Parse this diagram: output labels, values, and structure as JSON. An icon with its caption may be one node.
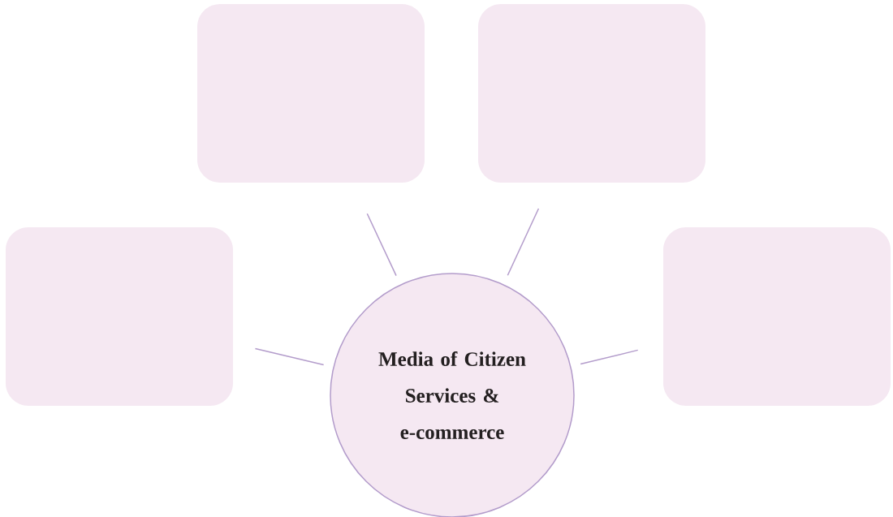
{
  "diagram": {
    "nodes": [
      {
        "text": [],
        "shape": "box"
      },
      {
        "text": [],
        "shape": "box"
      },
      {
        "text": [],
        "shape": "box"
      },
      {
        "text": [],
        "shape": "box"
      },
      {
        "text": [
          "Media of Citizen Services & e-commerce"
        ]
      }
    ],
    "edges": [
      {
        "from": 4,
        "to": 0,
        "arrow": "none"
      },
      {
        "from": 4,
        "to": 1,
        "arrow": "none"
      },
      {
        "from": 4,
        "to": 2,
        "arrow": "none"
      },
      {
        "from": 4,
        "to": 3,
        "arrow": "none"
      }
    ]
  }
}
